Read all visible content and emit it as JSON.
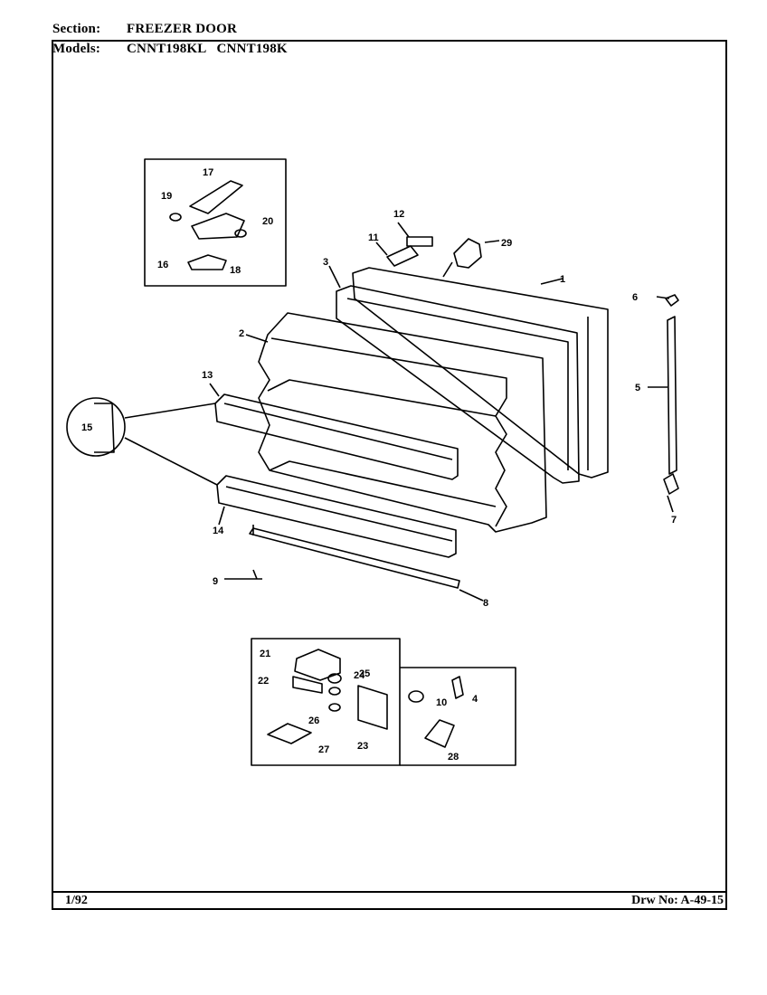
{
  "header": {
    "section_label": "Section:",
    "section_value": "FREEZER DOOR",
    "models_label": "Models:",
    "models_value": "CNNT198KL   CNNT198K"
  },
  "footer": {
    "date": "1/92",
    "drawing_number": "Drw No: A-49-15"
  },
  "callouts": [
    "1",
    "2",
    "3",
    "4",
    "5",
    "6",
    "7",
    "8",
    "9",
    "10",
    "11",
    "12",
    "13",
    "14",
    "15",
    "16",
    "17",
    "18",
    "19",
    "20",
    "21",
    "22",
    "23",
    "24",
    "25",
    "26",
    "27",
    "28",
    "29"
  ],
  "inset_callouts": {
    "inset_17": "17",
    "inset_19": "19",
    "inset_20": "20",
    "inset_16": "16",
    "inset_18": "18"
  }
}
